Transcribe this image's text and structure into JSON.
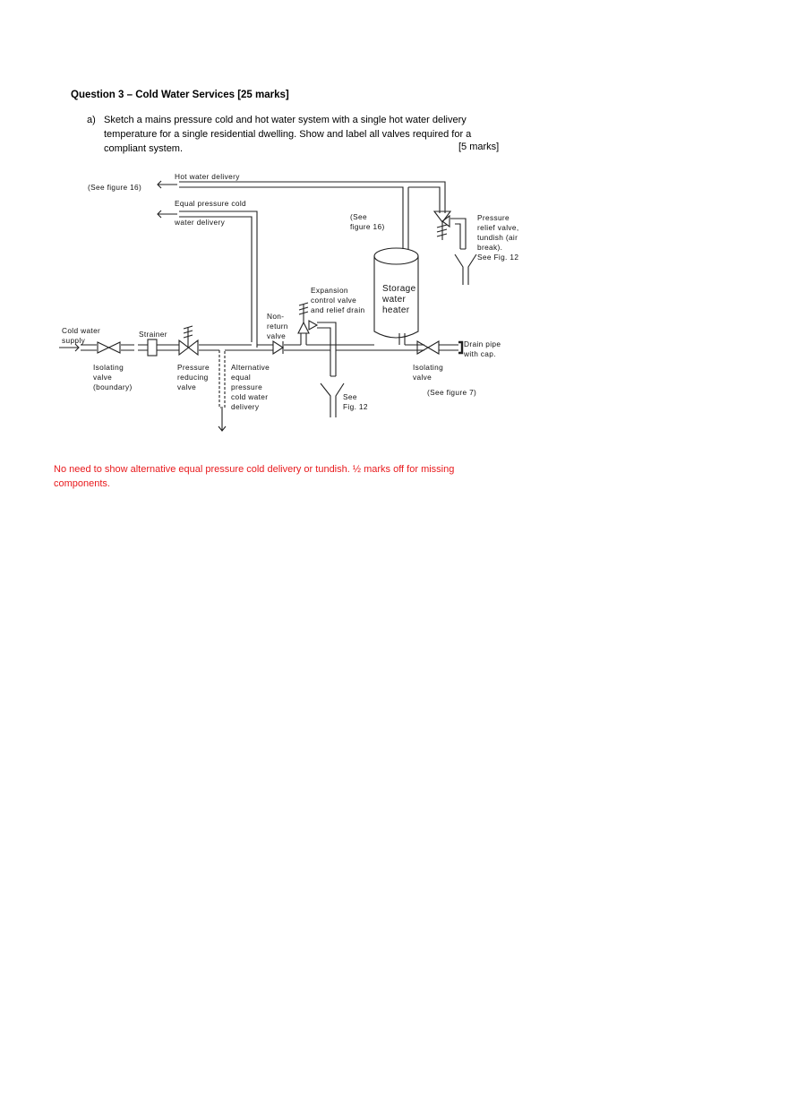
{
  "question": {
    "title": "Question 3 – Cold Water Services [25 marks]",
    "part_a": {
      "label": "a)",
      "text": "Sketch a mains pressure cold and hot water system with a single hot water delivery temperature for a single residential dwelling. Show and label all valves required for a compliant system.",
      "marks": "[5 marks]"
    }
  },
  "diagram": {
    "labels": {
      "see_figure_16_left": "(See figure 16)",
      "hot_water_delivery": "Hot water delivery",
      "equal_pressure_cold_1": "Equal pressure cold",
      "equal_pressure_cold_2": "water delivery",
      "see_figure_16_mid_1": "(See",
      "see_figure_16_mid_2": "figure 16)",
      "prv_relief_1": "Pressure",
      "prv_relief_2": "relief valve,",
      "prv_relief_3": "tundish (air",
      "prv_relief_4": "break).",
      "prv_relief_5": "See Fig. 12",
      "storage_1": "Storage",
      "storage_2": "water",
      "storage_3": "heater",
      "expansion_1": "Expansion",
      "expansion_2": "control valve",
      "expansion_3": "and relief drain",
      "nonreturn_1": "Non-",
      "nonreturn_2": "return",
      "nonreturn_3": "valve",
      "cold_supply_1": "Cold water",
      "cold_supply_2": "supply",
      "strainer": "Strainer",
      "isolating_boundary_1": "Isolating",
      "isolating_boundary_2": "valve",
      "isolating_boundary_3": "(boundary)",
      "pressure_reducing_1": "Pressure",
      "pressure_reducing_2": "reducing",
      "pressure_reducing_3": "valve",
      "alternative_1": "Alternative",
      "alternative_2": "equal",
      "alternative_3": "pressure",
      "alternative_4": "cold water",
      "alternative_5": "delivery",
      "see_fig_12_low_1": "See",
      "see_fig_12_low_2": "Fig. 12",
      "isolating_right_1": "Isolating",
      "isolating_right_2": "valve",
      "drain_1": "Drain pipe",
      "drain_2": "with cap.",
      "see_figure_7": "(See figure 7)"
    }
  },
  "answer_note": "No need to show alternative equal pressure cold delivery or tundish. ½ marks off for missing components."
}
